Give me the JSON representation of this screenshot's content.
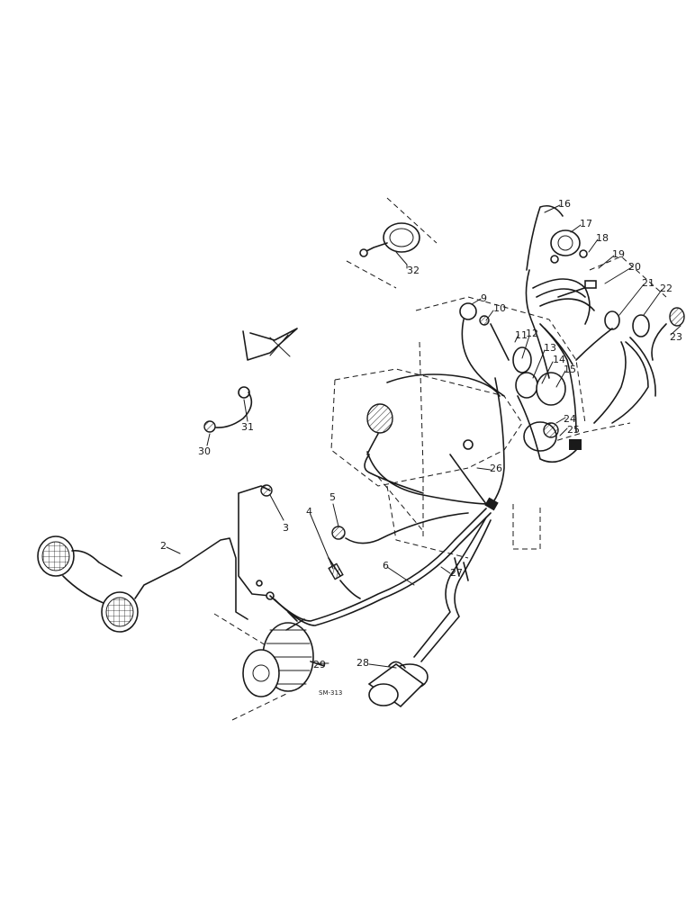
{
  "callouts": {
    "c2": "2",
    "c3": "3",
    "c4": "4",
    "c5": "5",
    "c6": "6",
    "c9": "9",
    "c10": "10",
    "c11": "11",
    "c12": "12",
    "c13": "13",
    "c14": "14",
    "c15": "15",
    "c16": "16",
    "c17": "17",
    "c18": "18",
    "c19": "19",
    "c20": "20",
    "c21": "21",
    "c22": "22",
    "c23": "23",
    "c24": "24",
    "c25": "25",
    "c26": "26",
    "c27": "27",
    "c28": "28",
    "c29": "29",
    "c30": "30",
    "c31": "31",
    "c32": "32"
  },
  "drawing_ref": "SM-313"
}
